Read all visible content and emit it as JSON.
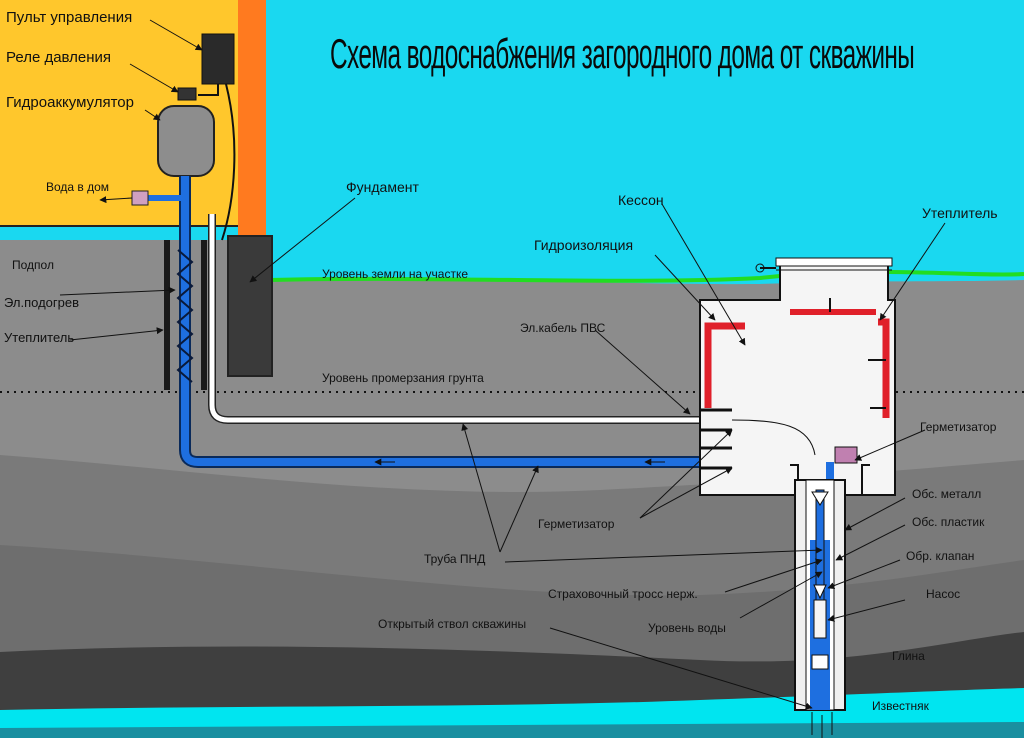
{
  "title": "Схема водоснабжения загородного дома от скважины",
  "labels": {
    "control_panel": "Пульт управления",
    "pressure_relay": "Реле давления",
    "accumulator": "Гидроаккумулятор",
    "water_to_house": "Вода в дом",
    "basement": "Подпол",
    "heating_cable": "Эл.подогрев",
    "insulation_left": "Утеплитель",
    "foundation": "Фундамент",
    "ground_level": "Уровень земли на участке",
    "freeze_level": "Уровень промерзания грунта",
    "caisson": "Кессон",
    "waterproofing": "Гидроизоляция",
    "insulation_right": "Утеплитель",
    "pump_cable": "Эл.кабель ПВС",
    "sealer_right": "Герметизатор",
    "sealer_bottom": "Герметизатор",
    "pipe_pnd": "Труба ПНД",
    "casing_metal": "Обс. металл",
    "casing_plastic": "Обс. пластик",
    "check_valve": "Обр. клапан",
    "pump": "Насос",
    "safety_cable": "Страховочный тросс нерж.",
    "water_level": "Уровень воды",
    "open_hole": "Открытый ствол скважины",
    "clay": "Глина",
    "limestone": "Известняк"
  },
  "colors": {
    "sky": "#1ad8f0",
    "house": "#ffc72c",
    "wall": "#ff7a1f",
    "soil_top": "#8c8c8c",
    "soil_mid": "#7a7a7a",
    "soil_deep": "#6b6b6b",
    "clay": "#3f3f3f",
    "limestone": "#00e5f0",
    "grass": "#22dd22",
    "pipe": "#1e6fe0",
    "waterproofing": "#e0202a"
  }
}
